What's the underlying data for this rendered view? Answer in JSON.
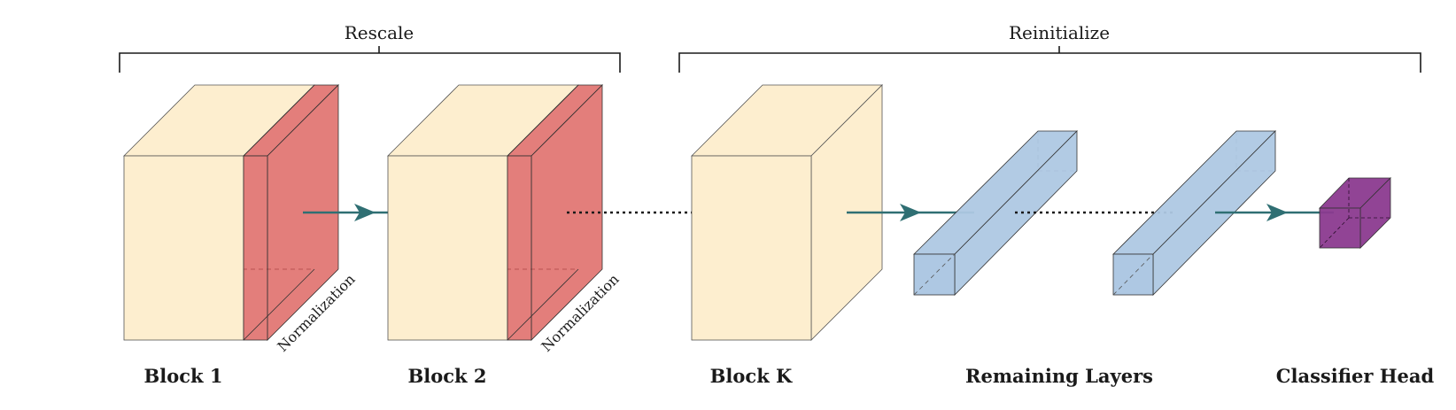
{
  "brackets": {
    "rescale": "Rescale",
    "reinitialize": "Reinitialize"
  },
  "blocks": {
    "block1": "Block 1",
    "block2": "Block 2",
    "blockK": "Block K",
    "remaining": "Remaining Layers",
    "classifier": "Classifier Head"
  },
  "normalization_label": "Normalization",
  "colors": {
    "block_fill": "#fdeecf",
    "norm_fill": "#d9534f",
    "layer_fill": "#aec8e3",
    "head_fill": "#8b3a8f",
    "arrow": "#2f6f73",
    "line": "#1a1a1a"
  }
}
